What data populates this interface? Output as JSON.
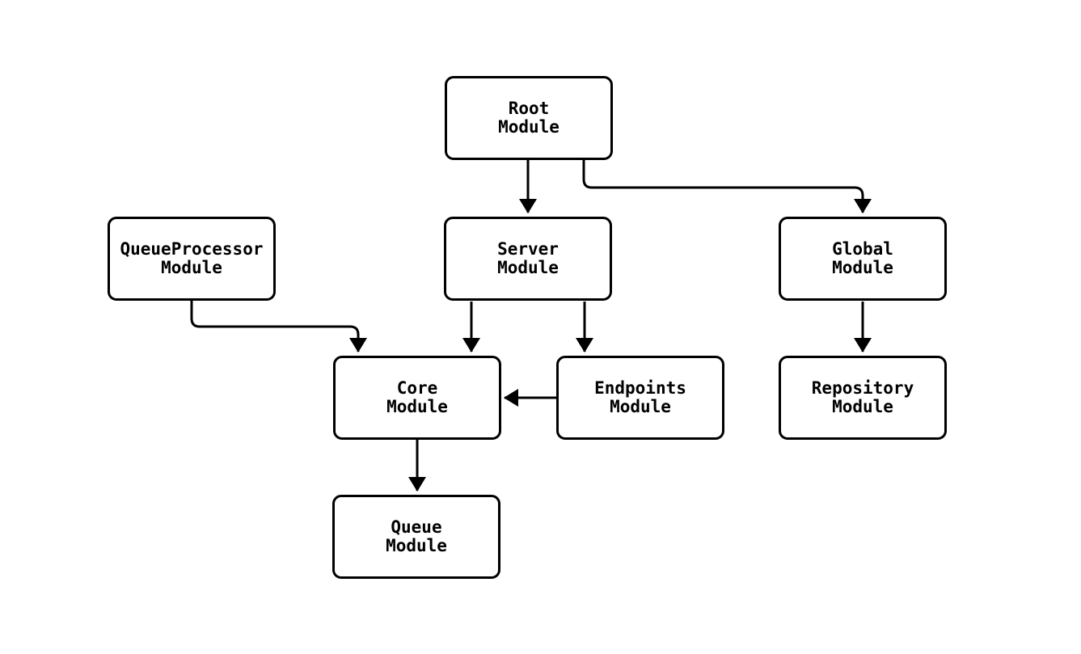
{
  "diagram": {
    "background_color": "#ffffff",
    "stroke_color": "#000000",
    "text_color": "#000000",
    "nodes": [
      {
        "id": "root-module",
        "label": "Root\nModule"
      },
      {
        "id": "queueprocessor-module",
        "label": "QueueProcessor\nModule"
      },
      {
        "id": "server-module",
        "label": "Server\nModule"
      },
      {
        "id": "global-module",
        "label": "Global\nModule"
      },
      {
        "id": "core-module",
        "label": "Core\nModule"
      },
      {
        "id": "endpoints-module",
        "label": "Endpoints\nModule"
      },
      {
        "id": "repository-module",
        "label": "Repository\nModule"
      },
      {
        "id": "queue-module",
        "label": "Queue\nModule"
      }
    ],
    "edges": [
      {
        "from": "Root Module",
        "to": "Server Module"
      },
      {
        "from": "Root Module",
        "to": "Global Module"
      },
      {
        "from": "QueueProcessor Module",
        "to": "Core Module"
      },
      {
        "from": "Server Module",
        "to": "Core Module"
      },
      {
        "from": "Server Module",
        "to": "Endpoints Module"
      },
      {
        "from": "Endpoints Module",
        "to": "Core Module"
      },
      {
        "from": "Global Module",
        "to": "Repository Module"
      },
      {
        "from": "Core Module",
        "to": "Queue Module"
      }
    ]
  }
}
